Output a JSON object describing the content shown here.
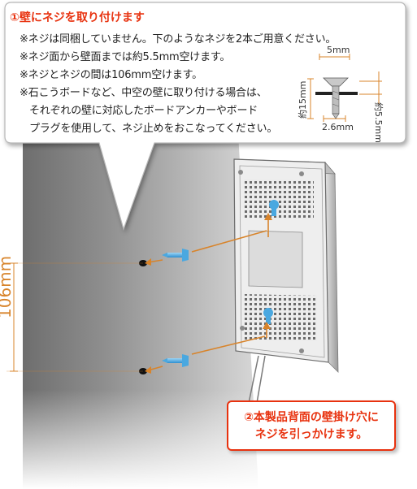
{
  "callout1": {
    "title": "①壁にネジを取り付けます",
    "notes": [
      "※ネジは同梱していません。下のようなネジを2本ご用意ください。",
      "※ネジ面から壁面までは約5.5mm空けます。",
      "※ネジとネジの間は106mm空けます。",
      "※石こうボードなど、中空の壁に取り付ける場合は、",
      "それぞれの壁に対応したボードアンカーやボード",
      "プラグを使用して、ネジ止めをおこなってください。"
    ]
  },
  "screw_diagram": {
    "head_width": "5mm",
    "gap": "約5.5mm",
    "length": "約15mm",
    "shaft_diameter": "2.6mm"
  },
  "wall": {
    "spacing": "106mm"
  },
  "callout2": {
    "line1": "②本製品背面の壁掛け穴に",
    "line2": "ネジを引っかけます。"
  },
  "colors": {
    "accent_red": "#e8320f",
    "dimension_orange": "#d8842b",
    "screw_blue": "#4aa8e0"
  }
}
